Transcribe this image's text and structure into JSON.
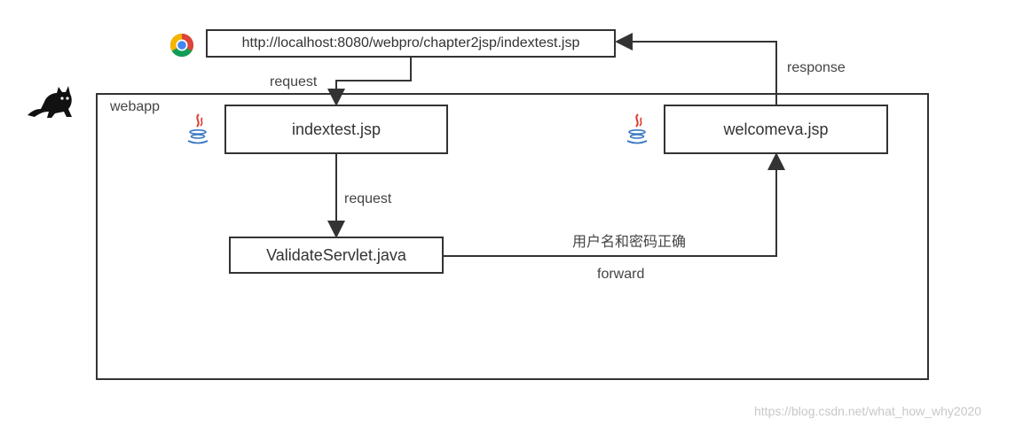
{
  "browser": {
    "icon": "chrome-icon",
    "url": "http://localhost:8080/webpro/chapter2jsp/indextest.jsp"
  },
  "server": {
    "icon": "tomcat-cat-icon",
    "container_label": "webapp"
  },
  "nodes": {
    "index_jsp": {
      "label": "indextest.jsp",
      "icon": "java-icon"
    },
    "welcome_jsp": {
      "label": "welcomeva.jsp",
      "icon": "java-icon"
    },
    "servlet": {
      "label": "ValidateServlet.java"
    }
  },
  "edges": {
    "request_to_index": "request",
    "request_to_servlet": "request",
    "forward_condition": "用户名和密码正确",
    "forward": "forward",
    "response": "response"
  },
  "watermark": "https://blog.csdn.net/what_how_why2020",
  "colors": {
    "line": "#333333",
    "java_red": "#e03a2f",
    "java_blue": "#3a78c2"
  }
}
